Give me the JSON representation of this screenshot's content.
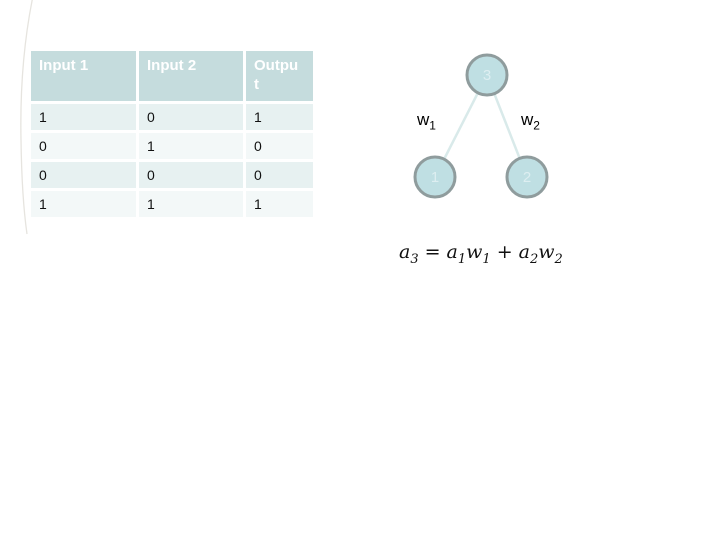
{
  "slide": {
    "background_color": "#ffffff"
  },
  "table": {
    "headers": [
      "Input 1",
      "Input 2",
      "Output"
    ],
    "rows": [
      [
        "1",
        "0",
        "1"
      ],
      [
        "0",
        "1",
        "0"
      ],
      [
        "0",
        "0",
        "0"
      ],
      [
        "1",
        "1",
        "1"
      ]
    ],
    "header_bg_color": "#c5dcdd",
    "header_text_color": "#ffffff",
    "row_band_dark_color": "#e7f1f1",
    "row_band_light_color": "#f3f8f8"
  },
  "graph": {
    "nodes": [
      {
        "id": "3"
      },
      {
        "id": "1"
      },
      {
        "id": "2"
      }
    ],
    "edge_labels": [
      {
        "base": "w",
        "sub": "1"
      },
      {
        "base": "w",
        "sub": "2"
      }
    ],
    "node_fill_color": "#bfdfe3",
    "node_border_color": "#8f9c9d",
    "edge_color": "#d9eaea"
  },
  "formula": {
    "lhs": {
      "base": "a",
      "sub": "3"
    },
    "equals": "=",
    "term1": {
      "base": "a",
      "sub": "1"
    },
    "term2": {
      "base": "w",
      "sub": "1"
    },
    "plus": "+",
    "term3": {
      "base": "a",
      "sub": "2"
    },
    "term4": {
      "base": "w",
      "sub": "2"
    }
  }
}
